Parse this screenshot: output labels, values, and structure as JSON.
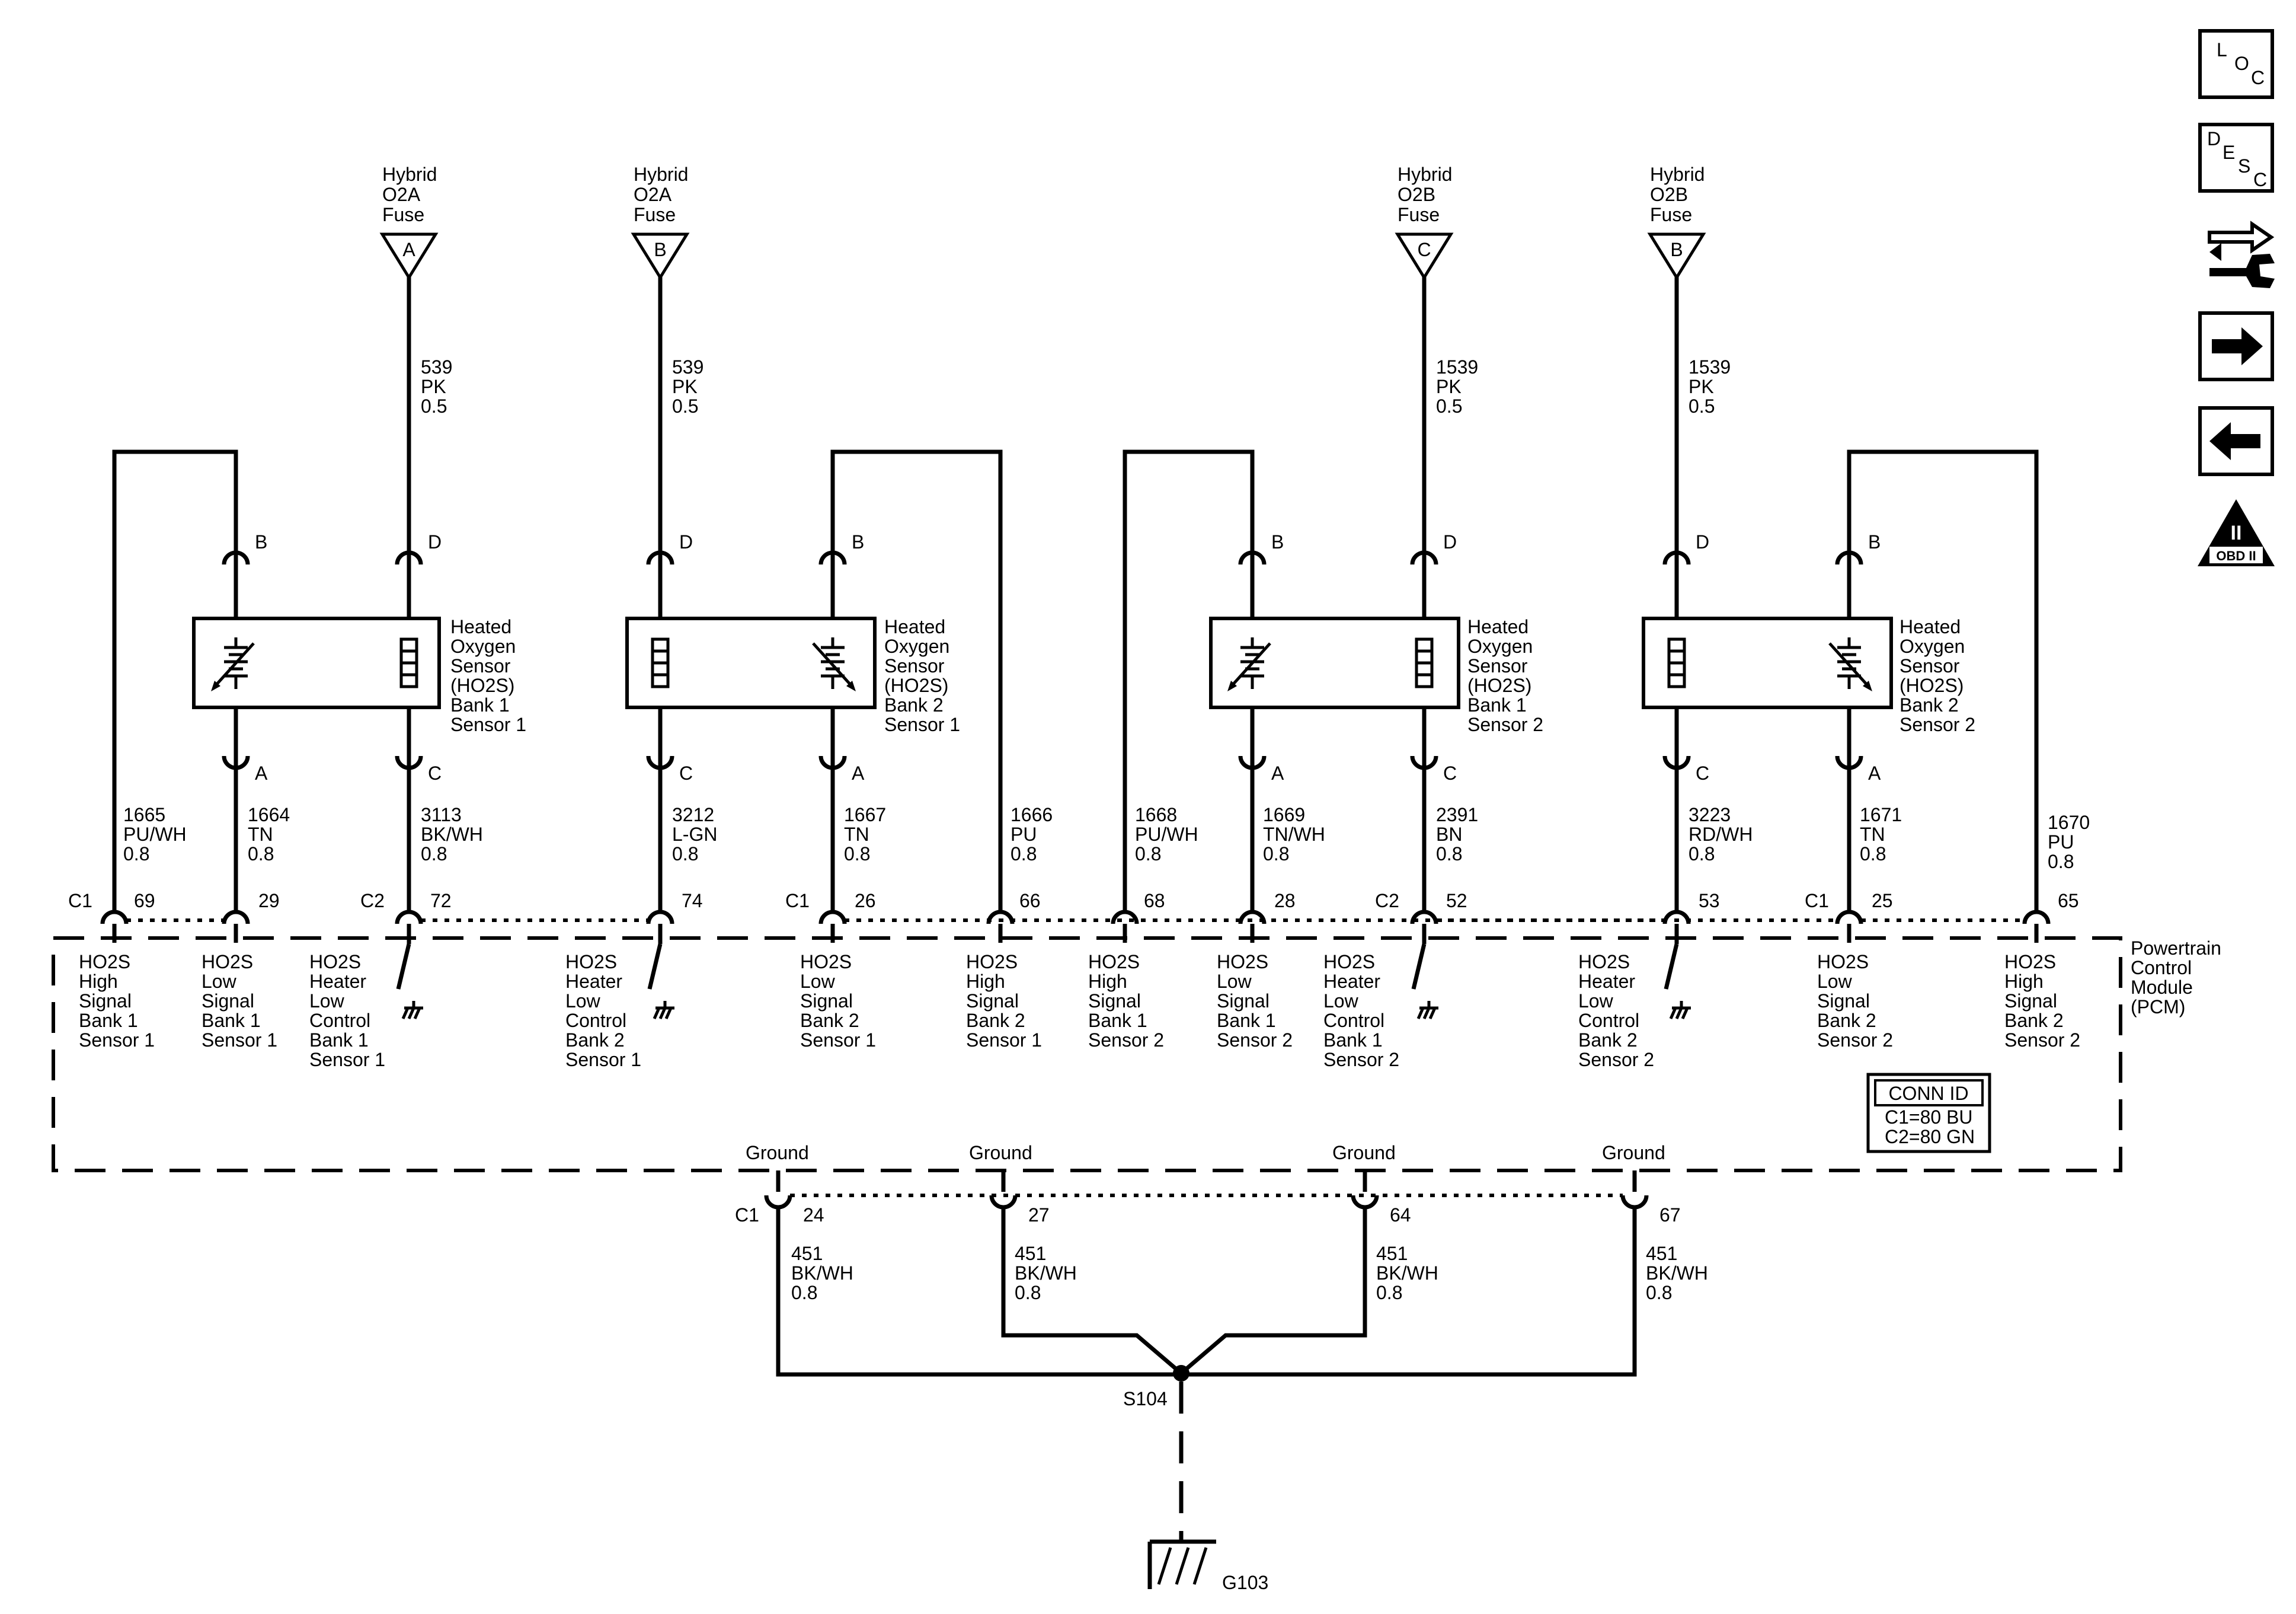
{
  "fuses": [
    {
      "l1": "Hybrid",
      "l2": "O2A",
      "l3": "Fuse",
      "letter": "A",
      "circuit": "539",
      "color": "PK",
      "gauge": "0.5"
    },
    {
      "l1": "Hybrid",
      "l2": "O2A",
      "l3": "Fuse",
      "letter": "B",
      "circuit": "539",
      "color": "PK",
      "gauge": "0.5"
    },
    {
      "l1": "Hybrid",
      "l2": "O2B",
      "l3": "Fuse",
      "letter": "C",
      "circuit": "1539",
      "color": "PK",
      "gauge": "0.5"
    },
    {
      "l1": "Hybrid",
      "l2": "O2B",
      "l3": "Fuse",
      "letter": "B",
      "circuit": "1539",
      "color": "PK",
      "gauge": "0.5"
    }
  ],
  "sensors": [
    {
      "lines": [
        "Heated",
        "Oxygen",
        "Sensor",
        "(HO2S)",
        "Bank 1",
        "Sensor 1"
      ]
    },
    {
      "lines": [
        "Heated",
        "Oxygen",
        "Sensor",
        "(HO2S)",
        "Bank 2",
        "Sensor 1"
      ]
    },
    {
      "lines": [
        "Heated",
        "Oxygen",
        "Sensor",
        "(HO2S)",
        "Bank 1",
        "Sensor 2"
      ]
    },
    {
      "lines": [
        "Heated",
        "Oxygen",
        "Sensor",
        "(HO2S)",
        "Bank 2",
        "Sensor 2"
      ]
    }
  ],
  "pins": {
    "B": "B",
    "D": "D",
    "A": "A",
    "C": "C"
  },
  "wires": [
    {
      "circuit": "1665",
      "color": "PU/WH",
      "gauge": "0.8"
    },
    {
      "circuit": "1664",
      "color": "TN",
      "gauge": "0.8"
    },
    {
      "circuit": "3113",
      "color": "BK/WH",
      "gauge": "0.8"
    },
    {
      "circuit": "3212",
      "color": "L-GN",
      "gauge": "0.8"
    },
    {
      "circuit": "1667",
      "color": "TN",
      "gauge": "0.8"
    },
    {
      "circuit": "1666",
      "color": "PU",
      "gauge": "0.8"
    },
    {
      "circuit": "1668",
      "color": "PU/WH",
      "gauge": "0.8"
    },
    {
      "circuit": "1669",
      "color": "TN/WH",
      "gauge": "0.8"
    },
    {
      "circuit": "2391",
      "color": "BN",
      "gauge": "0.8"
    },
    {
      "circuit": "3223",
      "color": "RD/WH",
      "gauge": "0.8"
    },
    {
      "circuit": "1671",
      "color": "TN",
      "gauge": "0.8"
    },
    {
      "circuit": "1670",
      "color": "PU",
      "gauge": "0.8"
    }
  ],
  "connectors": {
    "c1": "C1",
    "c2": "C2"
  },
  "pcm_pins": [
    {
      "num": "69",
      "lines": [
        "HO2S",
        "High",
        "Signal",
        "Bank 1",
        "Sensor 1"
      ]
    },
    {
      "num": "29",
      "lines": [
        "HO2S",
        "Low",
        "Signal",
        "Bank 1",
        "Sensor 1"
      ]
    },
    {
      "num": "72",
      "lines": [
        "HO2S",
        "Heater",
        "Low",
        "Control",
        "Bank 1",
        "Sensor 1"
      ]
    },
    {
      "num": "74",
      "lines": [
        "HO2S",
        "Heater",
        "Low",
        "Control",
        "Bank 2",
        "Sensor 1"
      ]
    },
    {
      "num": "26",
      "lines": [
        "HO2S",
        "Low",
        "Signal",
        "Bank 2",
        "Sensor 1"
      ]
    },
    {
      "num": "66",
      "lines": [
        "HO2S",
        "High",
        "Signal",
        "Bank 2",
        "Sensor 1"
      ]
    },
    {
      "num": "68",
      "lines": [
        "HO2S",
        "High",
        "Signal",
        "Bank 1",
        "Sensor 2"
      ]
    },
    {
      "num": "28",
      "lines": [
        "HO2S",
        "Low",
        "Signal",
        "Bank 1",
        "Sensor 2"
      ]
    },
    {
      "num": "52",
      "lines": [
        "HO2S",
        "Heater",
        "Low",
        "Control",
        "Bank 1",
        "Sensor 2"
      ]
    },
    {
      "num": "53",
      "lines": [
        "HO2S",
        "Heater",
        "Low",
        "Control",
        "Bank 2",
        "Sensor 2"
      ]
    },
    {
      "num": "25",
      "lines": [
        "HO2S",
        "Low",
        "Signal",
        "Bank 2",
        "Sensor 2"
      ]
    },
    {
      "num": "65",
      "lines": [
        "HO2S",
        "High",
        "Signal",
        "Bank 2",
        "Sensor 2"
      ]
    }
  ],
  "pcm": {
    "lines": [
      "Powertrain",
      "Control",
      "Module",
      "(PCM)"
    ]
  },
  "conn_id": {
    "title": "CONN ID",
    "c1": "C1=80 BU",
    "c2": "C2=80 GN"
  },
  "grounds": [
    {
      "label": "Ground",
      "pin": "24",
      "circuit": "451",
      "color": "BK/WH",
      "gauge": "0.8"
    },
    {
      "label": "Ground",
      "pin": "27",
      "circuit": "451",
      "color": "BK/WH",
      "gauge": "0.8"
    },
    {
      "label": "Ground",
      "pin": "64",
      "circuit": "451",
      "color": "BK/WH",
      "gauge": "0.8"
    },
    {
      "label": "Ground",
      "pin": "67",
      "circuit": "451",
      "color": "BK/WH",
      "gauge": "0.8"
    }
  ],
  "splice": "S104",
  "ground_point": "G103",
  "nav": {
    "loc": {
      "a": "L",
      "b": "O",
      "c": "C"
    },
    "desc": {
      "a": "D",
      "b": "E",
      "c": "S",
      "d": "C"
    },
    "obd": {
      "numeral": "II",
      "text": "OBD II"
    }
  }
}
